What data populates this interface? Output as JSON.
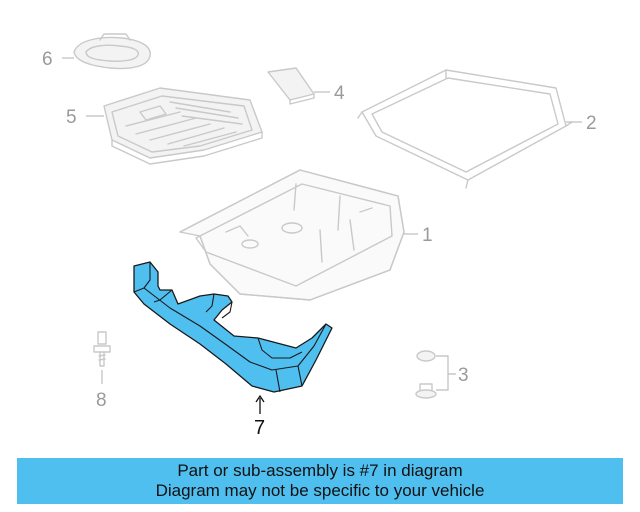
{
  "diagram": {
    "callouts": {
      "c1": "1",
      "c2": "2",
      "c3": "3",
      "c4": "4",
      "c5": "5",
      "c6": "6",
      "c7": "7",
      "c8": "8"
    },
    "highlight_color": "#4fbff0",
    "ghost_color": "#c9c9c9"
  },
  "banner": {
    "line1": "Part or sub-assembly is #7 in diagram",
    "line2": "Diagram may not be specific to your vehicle",
    "background": "#4fbff0"
  }
}
